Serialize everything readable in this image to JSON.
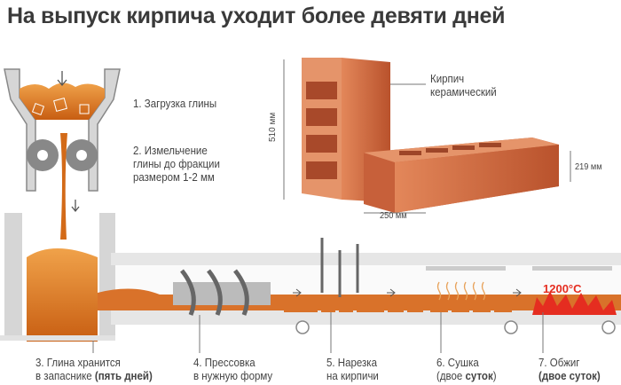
{
  "title": "На выпуск кирпича уходит более девяти дней",
  "brick": {
    "label1": "Кирпич",
    "label2": "керамический",
    "height": "510 мм",
    "depth": "219 мм",
    "width": "250 мм"
  },
  "steps": {
    "s1": "1. Загрузка глины",
    "s2a": "2. Измельчение",
    "s2b": "глины до фракции",
    "s2c": "размером 1-2 мм",
    "s3a": "3. Глина хранится",
    "s3b": "в запаснике ",
    "s3c": "(пять дней)",
    "s4a": "4. Прессовка",
    "s4b": "в нужную форму",
    "s5a": "5. Нарезка",
    "s5b": "на кирпичи",
    "s6a": "6. Сушка",
    "s6b": "(двое ",
    "s6c": "суток",
    "s7a": "7. Обжиг",
    "s7b": "(двое суток)",
    "temp": "1200°C"
  },
  "colors": {
    "clay": "#e07a1f",
    "frame": "#cfcfcf",
    "brick": "#d4703e",
    "fire": "#e52d20"
  }
}
